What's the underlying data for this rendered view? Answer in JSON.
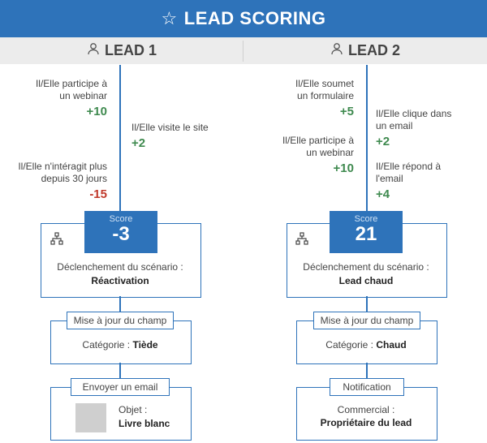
{
  "title": "LEAD SCORING",
  "title_icon": "☆",
  "leads": [
    {
      "name": "LEAD 1",
      "events": [
        {
          "text1": "Il/Elle participe à",
          "text2": "un webinar",
          "points": "+10"
        },
        {
          "text1": "Il/Elle visite le site",
          "text2": "",
          "points": "+2"
        },
        {
          "text1": "Il/Elle n'intéragit plus",
          "text2": "depuis 30 jours",
          "points": "-15"
        }
      ],
      "score_label": "Score",
      "score": "-3",
      "trigger_label": "Déclenchement du scénario :",
      "trigger_value": "Réactivation",
      "update_tag": "Mise à jour du champ",
      "update_label": "Catégorie : ",
      "update_value": "Tiède",
      "action_tag": "Envoyer un email",
      "action_label": "Objet :",
      "action_value": "Livre blanc"
    },
    {
      "name": "LEAD 2",
      "events": [
        {
          "text1": "Il/Elle soumet",
          "text2": "un formulaire",
          "points": "+5"
        },
        {
          "text1": "Il/Elle clique dans",
          "text2": "un email",
          "points": "+2"
        },
        {
          "text1": "Il/Elle participe à",
          "text2": "un webinar",
          "points": "+10"
        },
        {
          "text1": "Il/Elle répond à",
          "text2": "l'email",
          "points": "+4"
        }
      ],
      "score_label": "Score",
      "score": "21",
      "trigger_label": "Déclenchement du scénario :",
      "trigger_value": "Lead chaud",
      "update_tag": "Mise à jour du champ",
      "update_label": "Catégorie : ",
      "update_value": "Chaud",
      "action_tag": "Notification",
      "action_label": "Commercial :",
      "action_value": "Propriétaire du lead"
    }
  ]
}
